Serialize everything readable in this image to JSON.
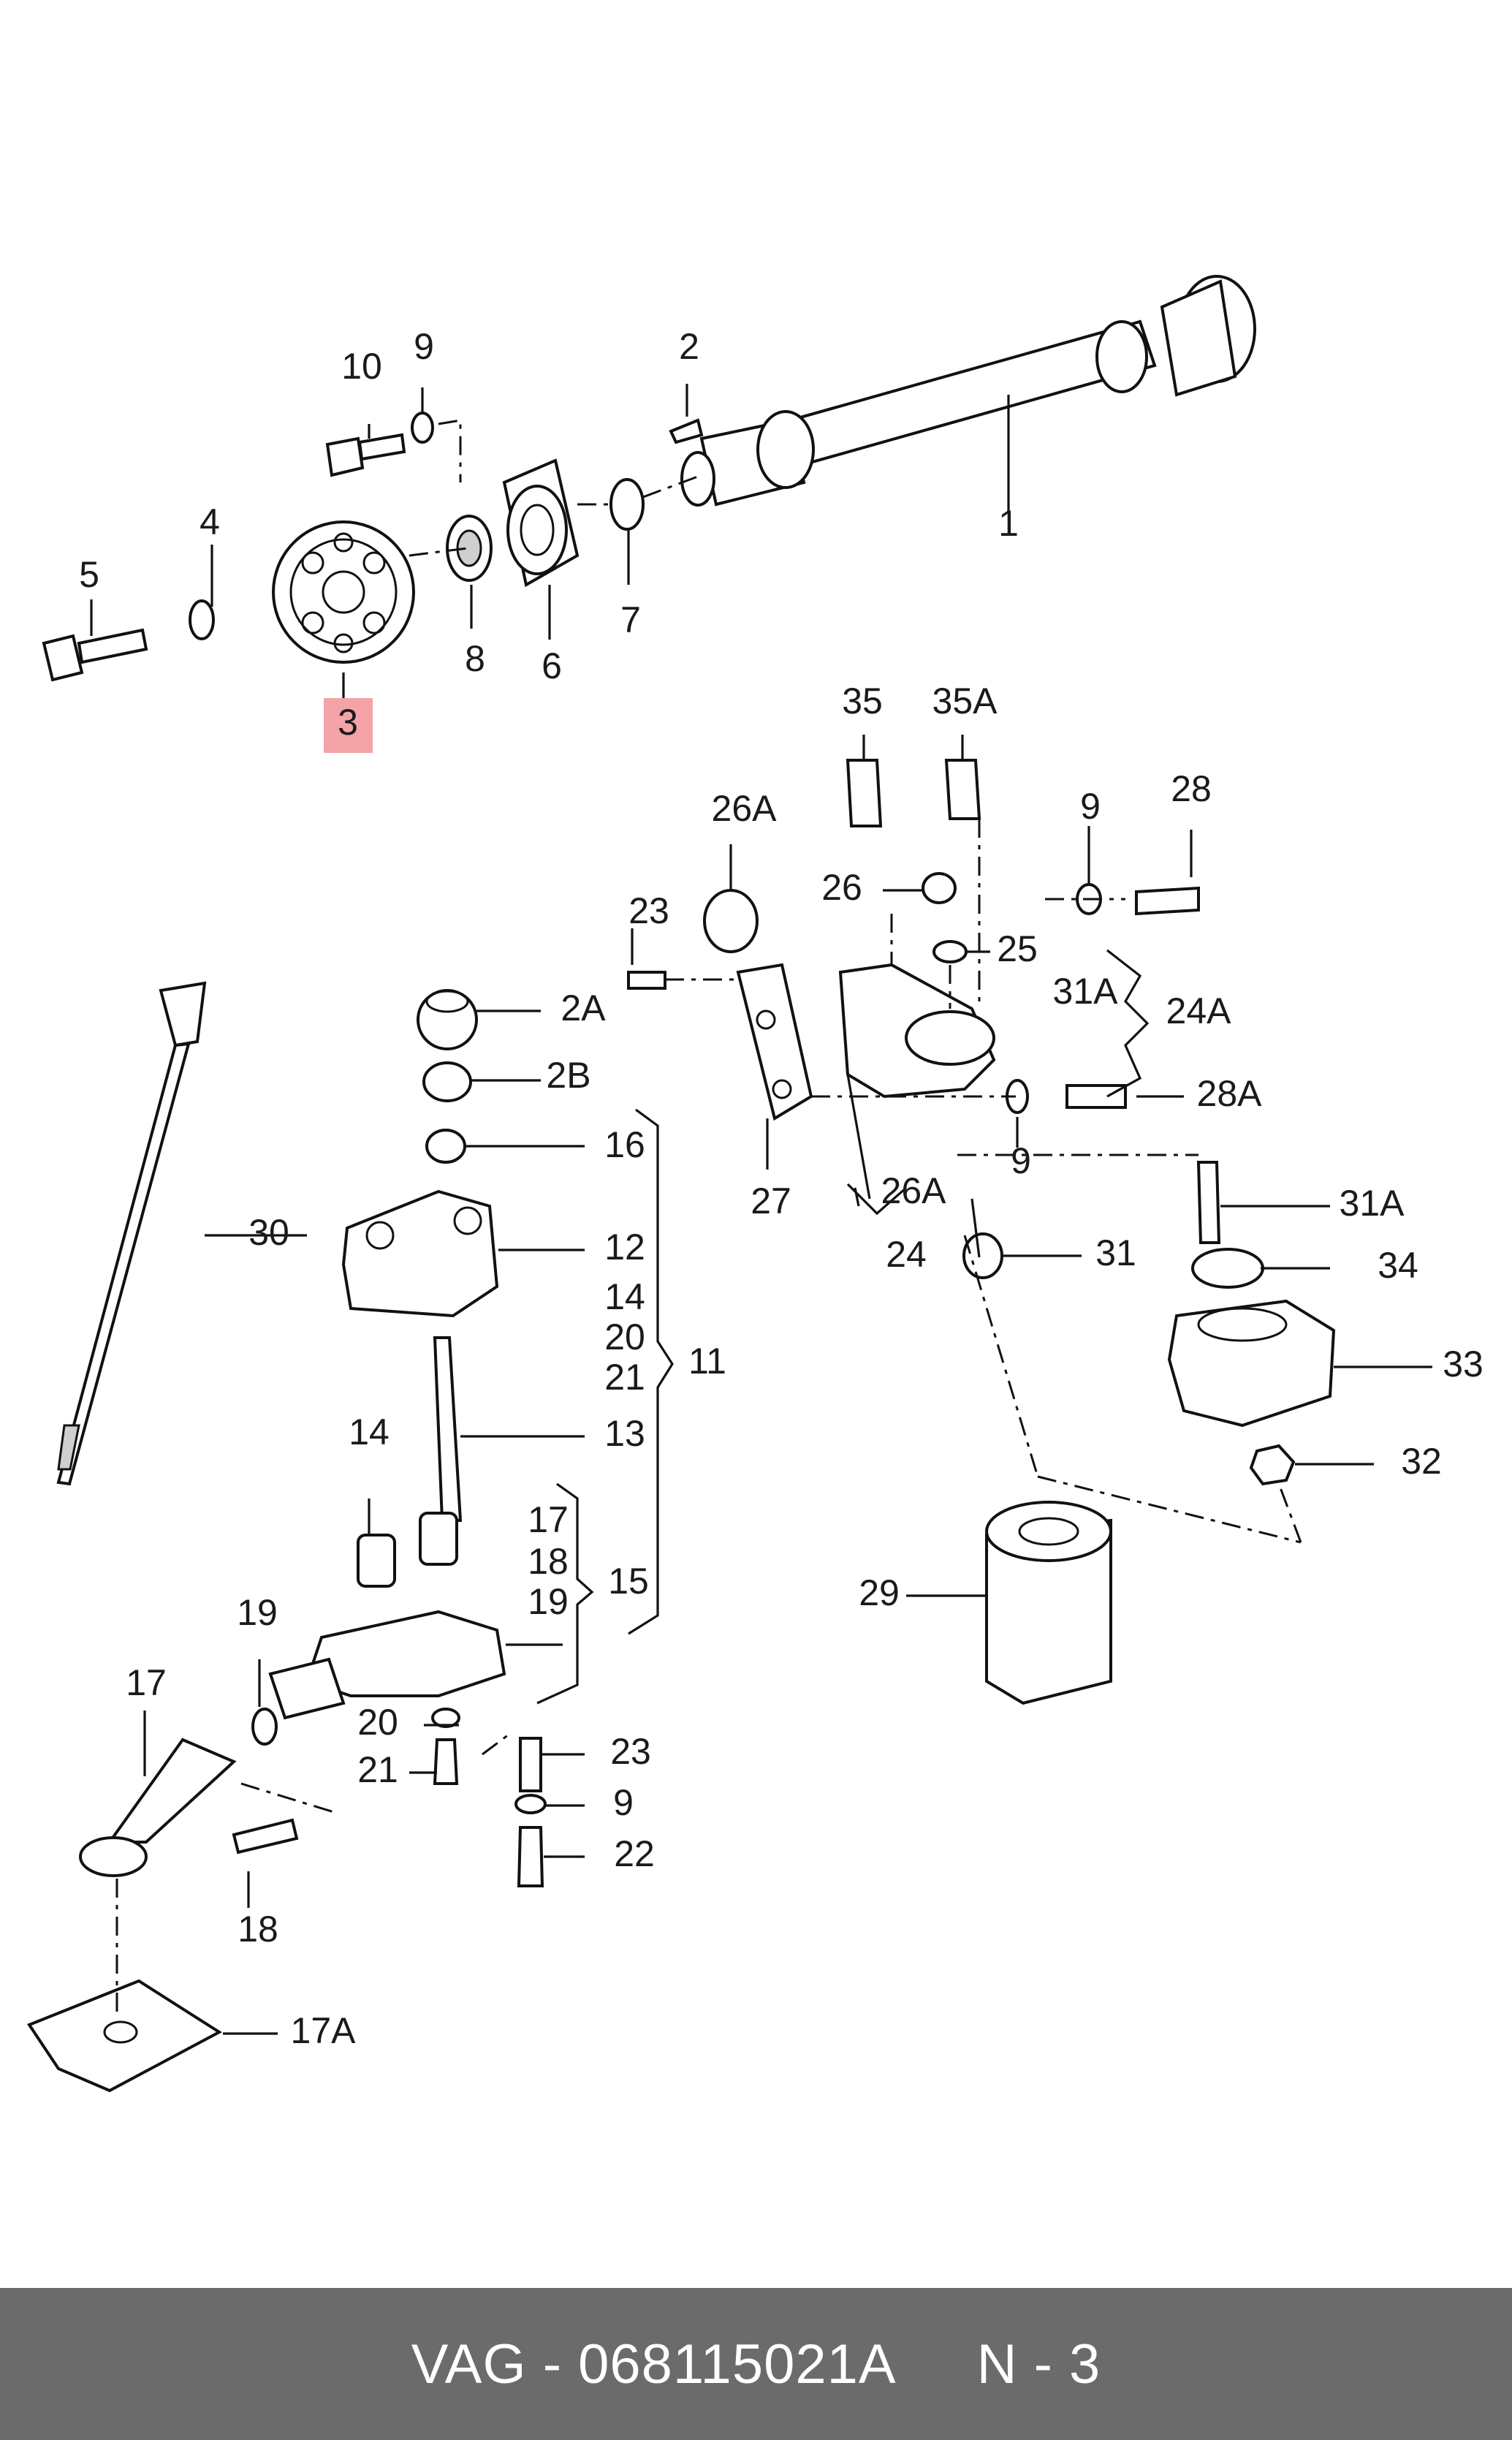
{
  "diagram": {
    "highlight_color": "#f4a3a8",
    "highlighted_label": "3",
    "callouts": [
      {
        "id": "c1",
        "text": "1"
      },
      {
        "id": "c2",
        "text": "2"
      },
      {
        "id": "c2A",
        "text": "2A"
      },
      {
        "id": "c2B",
        "text": "2B"
      },
      {
        "id": "c3",
        "text": "3"
      },
      {
        "id": "c4",
        "text": "4"
      },
      {
        "id": "c5",
        "text": "5"
      },
      {
        "id": "c6",
        "text": "6"
      },
      {
        "id": "c7",
        "text": "7"
      },
      {
        "id": "c8",
        "text": "8"
      },
      {
        "id": "c9a",
        "text": "9"
      },
      {
        "id": "c9b",
        "text": "9"
      },
      {
        "id": "c9c",
        "text": "9"
      },
      {
        "id": "c9d",
        "text": "9"
      },
      {
        "id": "c10",
        "text": "10"
      },
      {
        "id": "c11",
        "text": "11"
      },
      {
        "id": "c12",
        "text": "12"
      },
      {
        "id": "c13",
        "text": "13"
      },
      {
        "id": "c14a",
        "text": "14"
      },
      {
        "id": "c14b",
        "text": "14"
      },
      {
        "id": "c15",
        "text": "15"
      },
      {
        "id": "c16",
        "text": "16"
      },
      {
        "id": "c17a",
        "text": "17"
      },
      {
        "id": "c17b",
        "text": "17"
      },
      {
        "id": "c17A",
        "text": "17A"
      },
      {
        "id": "c18a",
        "text": "18"
      },
      {
        "id": "c18b",
        "text": "18"
      },
      {
        "id": "c19a",
        "text": "19"
      },
      {
        "id": "c19b",
        "text": "19"
      },
      {
        "id": "c20a",
        "text": "20"
      },
      {
        "id": "c20b",
        "text": "20"
      },
      {
        "id": "c21a",
        "text": "21"
      },
      {
        "id": "c21b",
        "text": "21"
      },
      {
        "id": "c22",
        "text": "22"
      },
      {
        "id": "c23a",
        "text": "23"
      },
      {
        "id": "c23b",
        "text": "23"
      },
      {
        "id": "c24",
        "text": "24"
      },
      {
        "id": "c24A",
        "text": "24A"
      },
      {
        "id": "c25",
        "text": "25"
      },
      {
        "id": "c26",
        "text": "26"
      },
      {
        "id": "c26Aa",
        "text": "26A"
      },
      {
        "id": "c26Ab",
        "text": "26A"
      },
      {
        "id": "c27",
        "text": "27"
      },
      {
        "id": "c28",
        "text": "28"
      },
      {
        "id": "c28A",
        "text": "28A"
      },
      {
        "id": "c29",
        "text": "29"
      },
      {
        "id": "c30",
        "text": "30"
      },
      {
        "id": "c31",
        "text": "31"
      },
      {
        "id": "c31Aa",
        "text": "31A"
      },
      {
        "id": "c31Ab",
        "text": "31A"
      },
      {
        "id": "c32",
        "text": "32"
      },
      {
        "id": "c33",
        "text": "33"
      },
      {
        "id": "c34",
        "text": "34"
      },
      {
        "id": "c35",
        "text": "35"
      },
      {
        "id": "c35A",
        "text": "35A"
      }
    ]
  },
  "footer": {
    "part_text": "VAG - 068115021A",
    "position_text": "N - 3",
    "background_color": "#6b6b6b"
  }
}
